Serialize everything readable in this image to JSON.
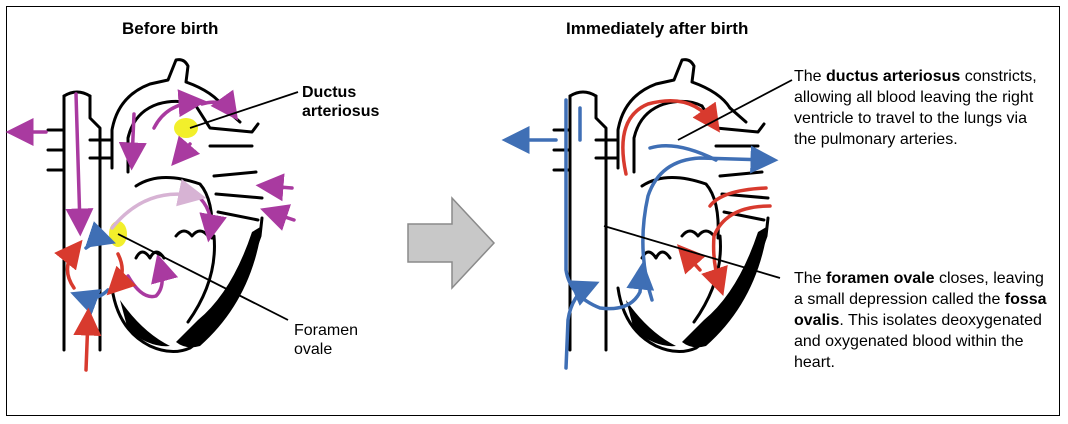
{
  "panels": {
    "before": {
      "title": "Before birth"
    },
    "after": {
      "title": "Immediately after birth"
    }
  },
  "labels": {
    "ductus_line1": "Ductus",
    "ductus_line2": "arteriosus",
    "foramen_line1": "Foramen",
    "foramen_line2": "ovale"
  },
  "notes": {
    "ductus": {
      "pre": "The ",
      "bold": "ductus arteriosus",
      "post": " constricts, allowing all blood leaving the right ventricle to travel to the lungs via the pulmonary arteries."
    },
    "foramen": {
      "pre": "The ",
      "bold1": "foramen ovale",
      "mid": " closes, leaving a small depression called the ",
      "bold2": "fossa ovalis",
      "post": ". This isolates deoxygenated and oxygenated blood within the heart."
    }
  },
  "colors": {
    "mixed_blood": "#a93aa0",
    "oxygenated": "#d83a2e",
    "deoxygenated": "#3f6fb5",
    "highlight": "#f2ef2b",
    "arrow_fill": "#c8c8c8"
  }
}
